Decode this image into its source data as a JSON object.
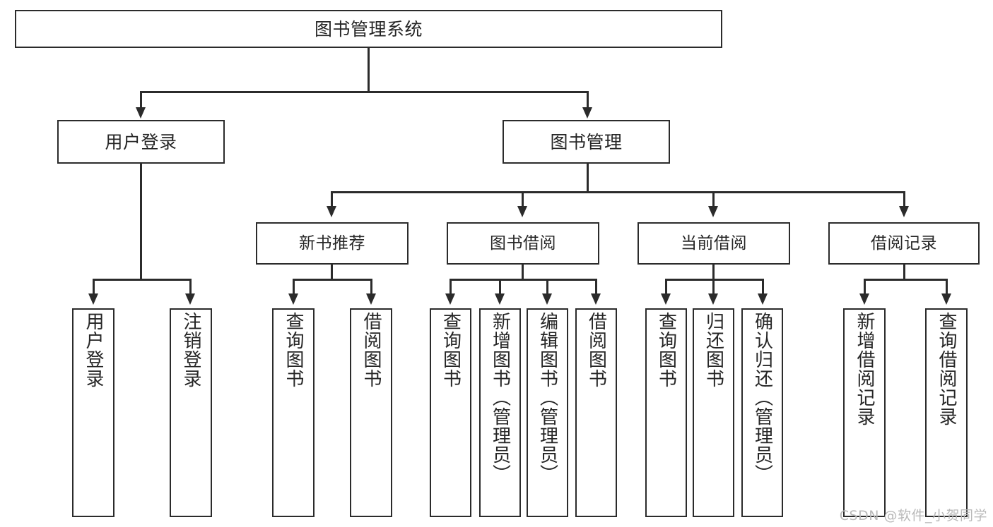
{
  "diagram": {
    "title": "图书管理系统",
    "type": "tree",
    "root": {
      "label": "图书管理系统"
    },
    "level2": [
      {
        "label": "用户登录"
      },
      {
        "label": "图书管理"
      }
    ],
    "level3": [
      {
        "label": "新书推荐"
      },
      {
        "label": "图书借阅"
      },
      {
        "label": "当前借阅"
      },
      {
        "label": "借阅记录"
      }
    ],
    "leaves": {
      "user_login": [
        {
          "label": "用户登录"
        },
        {
          "label": "注销登录"
        }
      ],
      "new_book_recommend": [
        {
          "label": "查询图书"
        },
        {
          "label": "借阅图书"
        }
      ],
      "book_borrow": [
        {
          "label": "查询图书"
        },
        {
          "label": "新增图书（管理员）"
        },
        {
          "label": "编辑图书（管理员）"
        },
        {
          "label": "借阅图书"
        }
      ],
      "current_borrow": [
        {
          "label": "查询图书"
        },
        {
          "label": "归还图书"
        },
        {
          "label": "确认归还（管理员）"
        }
      ],
      "borrow_record": [
        {
          "label": "新增借阅记录"
        },
        {
          "label": "查询借阅记录"
        }
      ]
    }
  },
  "watermark": {
    "text": "CSDN @软件_小贺同学"
  },
  "colors": {
    "stroke": "#2b2b2b",
    "text": "#262626",
    "background": "#ffffff",
    "watermark": "#b9b9b9"
  }
}
